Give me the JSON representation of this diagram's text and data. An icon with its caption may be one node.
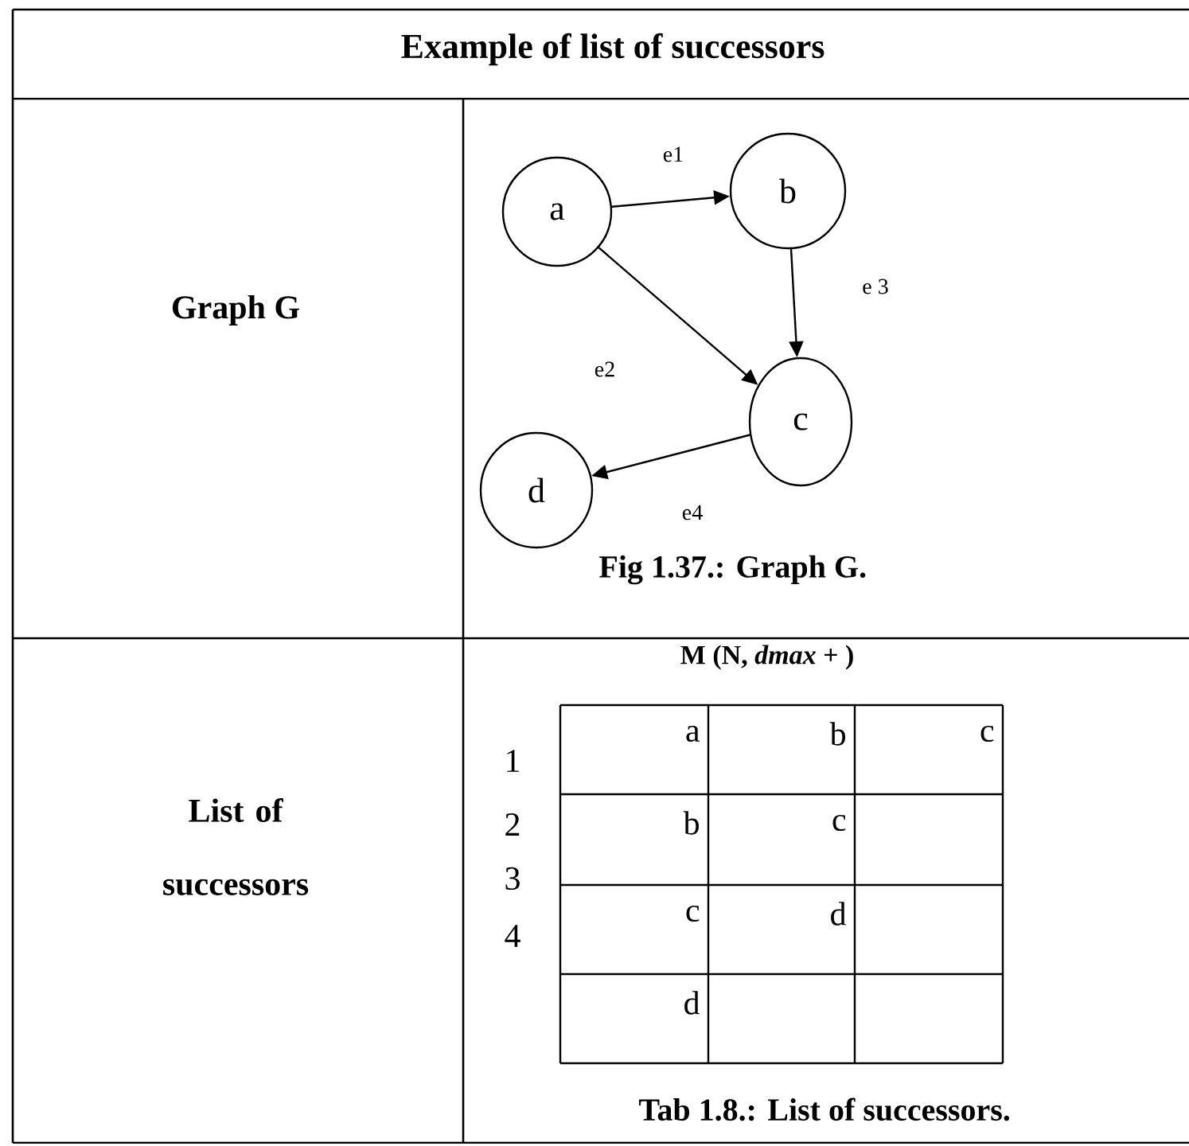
{
  "diagram": {
    "title": "Example of list of successors",
    "nodes": [
      {
        "text": [
          "a"
        ]
      },
      {
        "text": [
          "b"
        ]
      },
      {
        "text": [
          "c"
        ]
      },
      {
        "text": [
          "d"
        ]
      }
    ],
    "edges": [
      {
        "from": 0,
        "to": 1,
        "arrow": "to",
        "label": "e1"
      },
      {
        "from": 0,
        "to": 2,
        "arrow": "to",
        "label": "e2"
      },
      {
        "from": 1,
        "to": 2,
        "arrow": "to",
        "label": "e 3"
      },
      {
        "from": 2,
        "to": 3,
        "arrow": "to",
        "label": "e4"
      }
    ],
    "labels": [
      "Graph G",
      "Fig 1.37.: Graph G.",
      "List of successors",
      "M (N, *dmax* + )",
      "1",
      "2",
      "3",
      "4",
      "a",
      "b",
      "c",
      "b",
      "c",
      "c",
      "d",
      "d",
      "Tab 1.8.: List of successors."
    ]
  }
}
